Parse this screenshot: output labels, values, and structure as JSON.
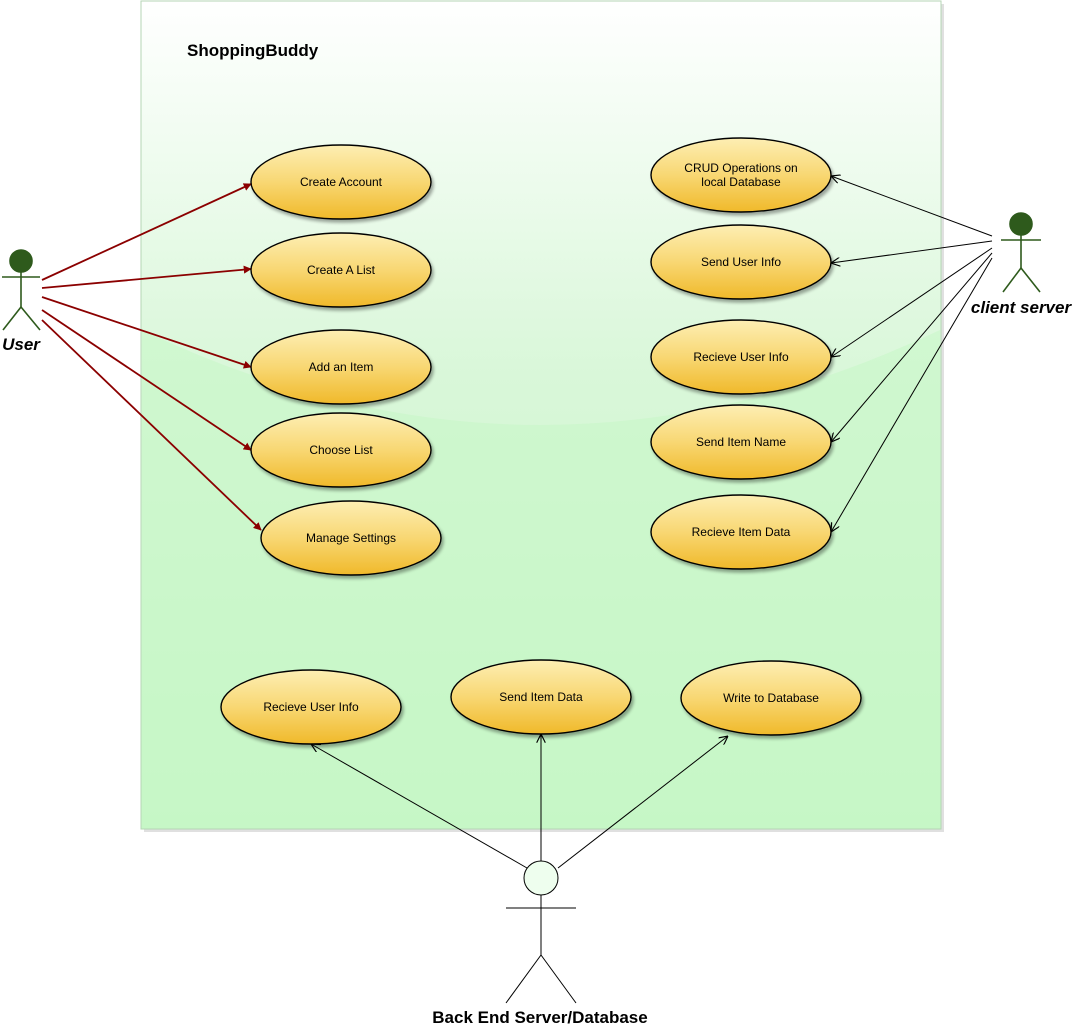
{
  "system": {
    "title": "ShoppingBuddy"
  },
  "actors": {
    "user": {
      "label": "User"
    },
    "client": {
      "label": "client server"
    },
    "backend": {
      "label": "Back End Server/Database"
    }
  },
  "use_cases": {
    "create_account": {
      "lines": [
        "Create Account"
      ]
    },
    "create_list": {
      "lines": [
        "Create A List"
      ]
    },
    "add_item": {
      "lines": [
        "Add an Item"
      ]
    },
    "choose_list": {
      "lines": [
        "Choose List"
      ]
    },
    "manage_settings": {
      "lines": [
        "Manage Settings"
      ]
    },
    "crud_local": {
      "lines": [
        "CRUD Operations on",
        "local Database"
      ]
    },
    "send_user_info": {
      "lines": [
        "Send User Info"
      ]
    },
    "recieve_user_info_client": {
      "lines": [
        "Recieve User Info"
      ]
    },
    "send_item_name": {
      "lines": [
        "Send Item Name"
      ]
    },
    "recieve_item_data": {
      "lines": [
        "Recieve Item Data"
      ]
    },
    "recieve_user_info_backend": {
      "lines": [
        "Recieve User Info"
      ]
    },
    "send_item_data": {
      "lines": [
        "Send Item Data"
      ]
    },
    "write_database": {
      "lines": [
        "Write to Database"
      ]
    }
  },
  "associations": [
    {
      "from": "user",
      "to": "create_account"
    },
    {
      "from": "user",
      "to": "create_list"
    },
    {
      "from": "user",
      "to": "add_item"
    },
    {
      "from": "user",
      "to": "choose_list"
    },
    {
      "from": "user",
      "to": "manage_settings"
    },
    {
      "from": "client",
      "to": "crud_local"
    },
    {
      "from": "client",
      "to": "send_user_info"
    },
    {
      "from": "client",
      "to": "recieve_user_info_client"
    },
    {
      "from": "client",
      "to": "send_item_name"
    },
    {
      "from": "client",
      "to": "recieve_item_data"
    },
    {
      "from": "backend",
      "to": "recieve_user_info_backend"
    },
    {
      "from": "backend",
      "to": "send_item_data"
    },
    {
      "from": "backend",
      "to": "write_database"
    }
  ],
  "colors": {
    "system_fill_top": "#ffffff",
    "system_fill_bottom": "#c6f7c6",
    "system_border": "#b8d8b8",
    "ellipse_fill_top": "#fde9a5",
    "ellipse_fill_bottom": "#f2bd33",
    "user_arrow": "#8b0000",
    "black_arrow": "#000000",
    "actor_green": "#2e5a1c",
    "backend_head": "#eefeee"
  }
}
